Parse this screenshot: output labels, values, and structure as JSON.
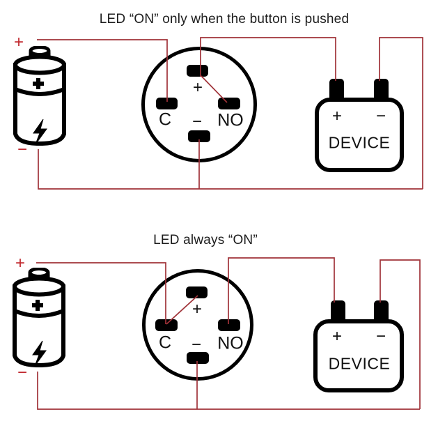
{
  "diagrams": [
    {
      "title": "LED “ON” only when the button is pushed",
      "battery": {
        "plus": "+",
        "minus": "−"
      },
      "button": {
        "plus": "+",
        "common": "C",
        "normally_open": "NO",
        "minus": "−"
      },
      "device": {
        "plus": "+",
        "minus": "−",
        "label": "DEVICE"
      }
    },
    {
      "title": "LED always “ON”",
      "battery": {
        "plus": "+",
        "minus": "−"
      },
      "button": {
        "plus": "+",
        "common": "C",
        "normally_open": "NO",
        "minus": "−"
      },
      "device": {
        "plus": "+",
        "minus": "−",
        "label": "DEVICE"
      }
    }
  ],
  "colors": {
    "wire": "#A03238",
    "battery_label_red": "#C0262C",
    "component_black": "#000000",
    "background": "#FFFFFF"
  }
}
